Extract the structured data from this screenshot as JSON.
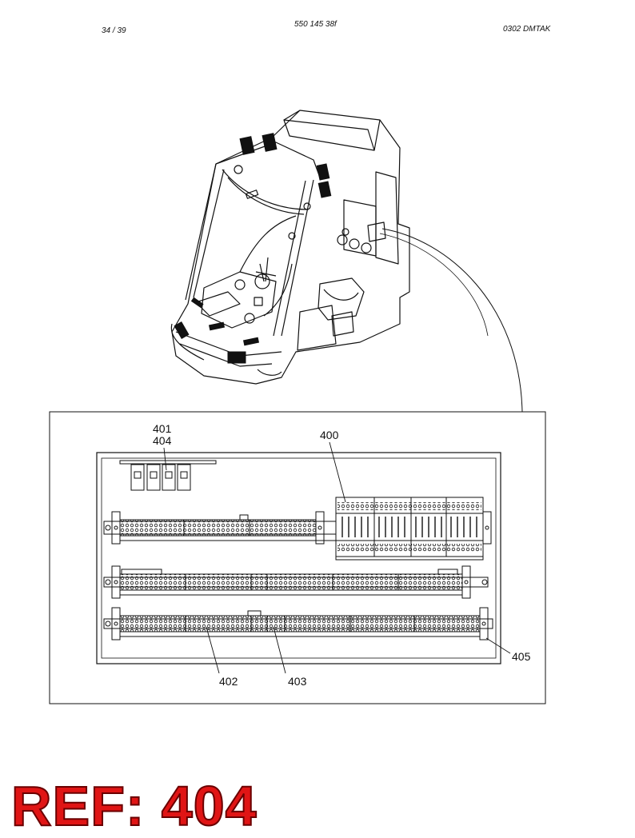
{
  "header": {
    "page_number": "34 / 39",
    "document_number": "550 145 38f",
    "revision_code": "0302   DMTAK"
  },
  "callouts": {
    "c401": "401",
    "c404": "404",
    "c400": "400",
    "c402": "402",
    "c403": "403",
    "c405": "405"
  },
  "reference": {
    "label": "REF: 404",
    "color": "#e01515"
  }
}
